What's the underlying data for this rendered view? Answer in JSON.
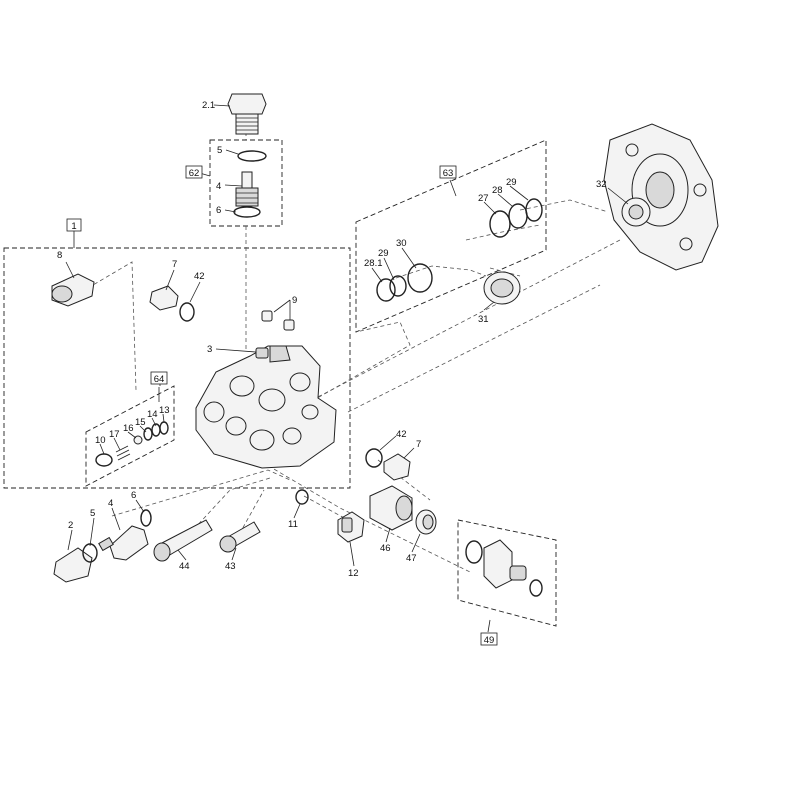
{
  "diagram": {
    "boxed_labels": [
      "1",
      "62",
      "63",
      "64",
      "49"
    ],
    "callouts": [
      "2.1",
      "5",
      "4",
      "6",
      "8",
      "7",
      "42",
      "9",
      "3",
      "10",
      "17",
      "16",
      "15",
      "14",
      "13",
      "2",
      "5",
      "4",
      "6",
      "44",
      "43",
      "11",
      "12",
      "46",
      "47",
      "42",
      "7",
      "32",
      "27",
      "28",
      "29",
      "28.1",
      "29",
      "30",
      "31"
    ],
    "colors": {
      "line": "#222222",
      "fill": "#f3f3f3",
      "background": "#ffffff"
    }
  }
}
